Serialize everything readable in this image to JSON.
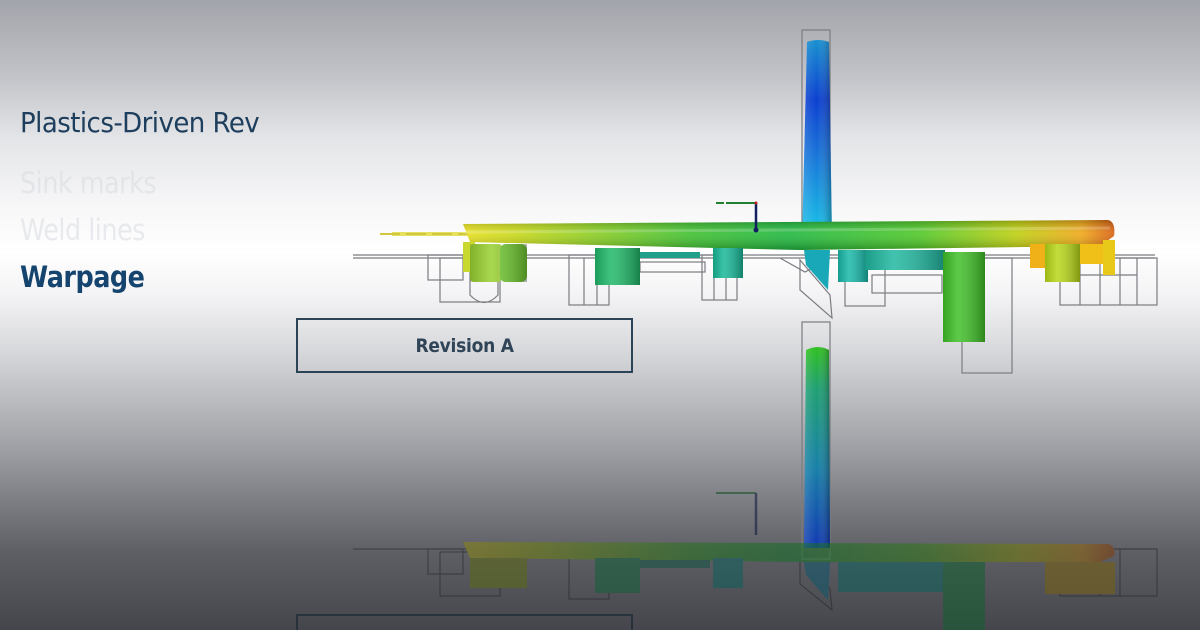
{
  "presentation": {
    "title": "Plastics-Driven Rev",
    "menu": [
      {
        "label": "Sink marks",
        "state": "inactive"
      },
      {
        "label": "Weld lines",
        "state": "inactive"
      },
      {
        "label": "Warpage",
        "state": "active"
      }
    ],
    "revision_label": "Revision A"
  },
  "viewport": {
    "analysis": "warpage",
    "colormap": [
      "#1030c8",
      "#10a8e0",
      "#18c070",
      "#60d020",
      "#c8e010",
      "#f0c010",
      "#e06010"
    ],
    "colors": {
      "accent_text": "#15456e",
      "title_text": "#1d3e5c",
      "box_border": "#2b4356",
      "wireframe": "#7a7c80"
    }
  }
}
